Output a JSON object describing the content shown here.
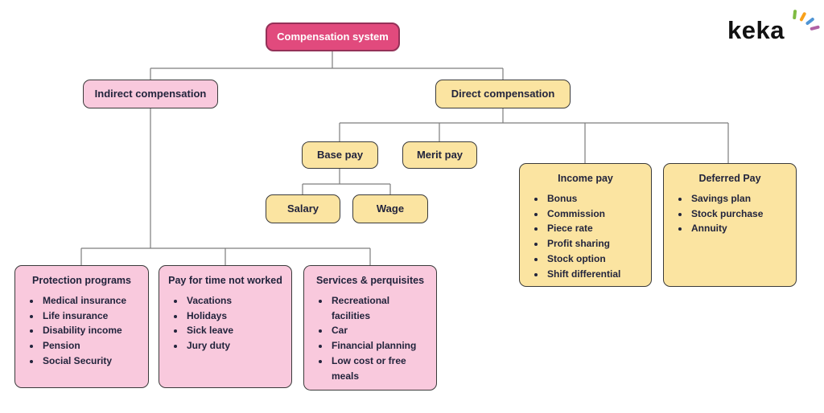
{
  "logo": {
    "text": "keka"
  },
  "colors": {
    "root_fill": "#e14a7d",
    "root_border": "#943158",
    "pink_fill": "#f9c9dd",
    "yellow_fill": "#fbe4a1",
    "box_border": "#3a3a3a",
    "connector": "#7d7d7d",
    "text": "#22243c",
    "logo_rays": [
      "#7fbb42",
      "#f9a11b",
      "#4f94d4",
      "#b162a5"
    ]
  },
  "nodes": {
    "root": {
      "label": "Compensation system"
    },
    "indirect": {
      "label": "Indirect compensation"
    },
    "direct": {
      "label": "Direct compensation"
    },
    "base_pay": {
      "label": "Base pay"
    },
    "merit_pay": {
      "label": "Merit pay"
    },
    "salary": {
      "label": "Salary"
    },
    "wage": {
      "label": "Wage"
    },
    "income_pay": {
      "title": "Income pay",
      "items": [
        "Bonus",
        "Commission",
        "Piece rate",
        "Profit sharing",
        "Stock option",
        "Shift differential"
      ]
    },
    "deferred_pay": {
      "title": "Deferred Pay",
      "items": [
        "Savings plan",
        "Stock purchase",
        "Annuity"
      ]
    },
    "protection_programs": {
      "title": "Protection programs",
      "items": [
        "Medical insurance",
        "Life insurance",
        "Disability income",
        "Pension",
        "Social Security"
      ]
    },
    "pay_for_time_not_worked": {
      "title": "Pay for time not worked",
      "items": [
        "Vacations",
        "Holidays",
        "Sick leave",
        "Jury duty"
      ]
    },
    "services_perquisites": {
      "title": "Services & perquisites",
      "items": [
        "Recreational facilities",
        "Car",
        "Financial planning",
        "Low cost or free meals"
      ]
    }
  }
}
